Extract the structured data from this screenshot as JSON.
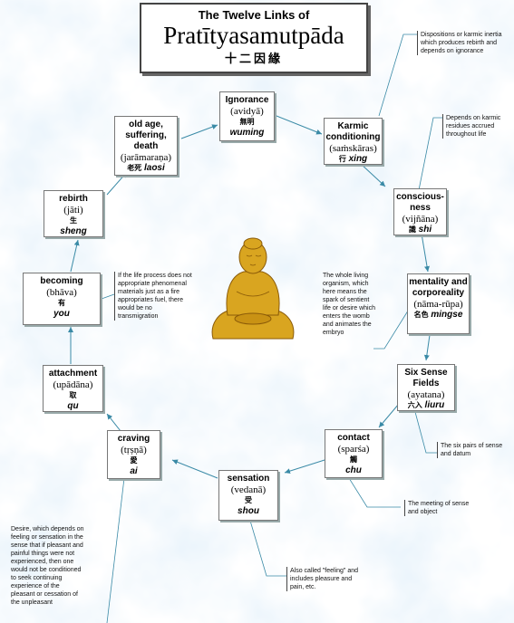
{
  "title": {
    "line1": "The Twelve Links of",
    "line2": "Pratītyasamutpāda",
    "line3": "十二因緣"
  },
  "links": {
    "ignorance": {
      "en": "Ignorance",
      "skt": "(avidyā)",
      "cn": "無明",
      "pin": "wuming"
    },
    "karmic": {
      "en": "Karmic conditioning",
      "skt": "(saṁskāras)",
      "cn": "行",
      "pin": "xing"
    },
    "consciousness": {
      "en": "conscious-ness",
      "skt": "(vijñāna)",
      "cn": "識",
      "pin": "shi"
    },
    "mentality": {
      "en": "mentality and corporeality",
      "skt": "(nāma-rūpa)",
      "cn": "名色",
      "pin": "mingse"
    },
    "six_sense": {
      "en": "Six Sense Fields",
      "skt": "(ayatana)",
      "cn": "六入",
      "pin": "liuru"
    },
    "contact": {
      "en": "contact",
      "skt": "(sparśa)",
      "cn": "觸",
      "pin": "chu"
    },
    "sensation": {
      "en": "sensation",
      "skt": "(vedanā)",
      "cn": "受",
      "pin": "shou"
    },
    "craving": {
      "en": "craving",
      "skt": "(tṛṣṇā)",
      "cn": "愛",
      "pin": "ai"
    },
    "attachment": {
      "en": "attachment",
      "skt": "(upādāna)",
      "cn": "取",
      "pin": "qu"
    },
    "becoming": {
      "en": "becoming",
      "skt": "(bhāva)",
      "cn": "有",
      "pin": "you"
    },
    "rebirth": {
      "en": "rebirth",
      "skt": "(jāti)",
      "cn": "生",
      "pin": "sheng"
    },
    "old_age": {
      "en": "old age, suffering, death",
      "skt": "(jarāmaraṇa)",
      "cn": "老死",
      "pin": "laosi"
    }
  },
  "notes": {
    "dispositions": "Dispositions or karmic inertia which produces rebirth and depends on ignorance",
    "karmic_residues": "Depends on karmic residues accrued throughout life",
    "living_organism": "The whole living organism, which here means the spark of sentient life or desire which enters the womb and animates the embryo",
    "life_process": "If the life process does not appropriate phenomenal materials just as a fire appropriates fuel, there would be no transmigration",
    "six_pairs": "The six pairs of sense and datum",
    "meeting": "The meeting of sense and object",
    "feeling": "Also called \"feeling\" and includes pleasure and pain, etc.",
    "desire": "Desire, which depends on feeling or sensation in the sense that if pleasant and painful things were not experienced, then one would not be conditioned to seek continuing experience of the pleasant or cessation of the unpleasant"
  },
  "colors": {
    "arrow": "#3a8aa6",
    "sky": "#cfe6f5",
    "buddha": "#d9a520"
  },
  "icons": {
    "center": "seated-buddha-figure"
  }
}
